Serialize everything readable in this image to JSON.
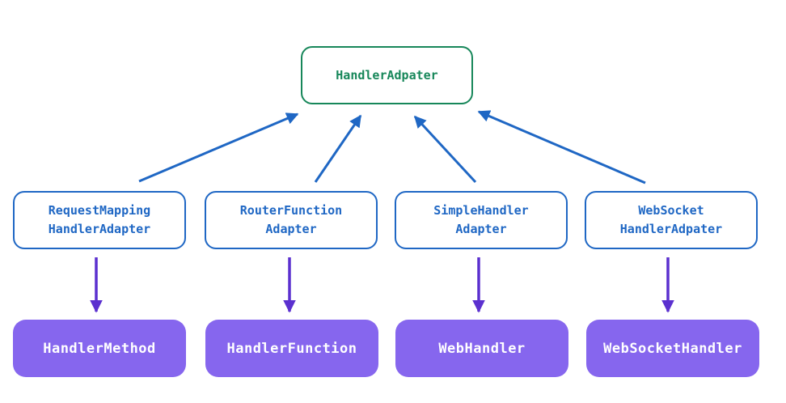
{
  "diagram": {
    "root": {
      "label": "HandlerAdpater"
    },
    "adapters": [
      {
        "line1": "RequestMapping",
        "line2": "HandlerAdapter"
      },
      {
        "line1": "RouterFunction",
        "line2": "Adapter"
      },
      {
        "line1": "SimpleHandler",
        "line2": "Adapter"
      },
      {
        "line1": "WebSocket",
        "line2": "HandlerAdpater"
      }
    ],
    "handlers": [
      {
        "label": "HandlerMethod"
      },
      {
        "label": "HandlerFunction"
      },
      {
        "label": "WebHandler"
      },
      {
        "label": "WebSocketHandler"
      }
    ],
    "colors": {
      "background": "#ffffff",
      "root_green": "#17875a",
      "adapter_blue": "#1f67c4",
      "arrow_blue": "#1f67c4",
      "handler_fill": "#8666ee",
      "handler_text": "#ffffff",
      "arrow_purple": "#5b30cf"
    }
  }
}
